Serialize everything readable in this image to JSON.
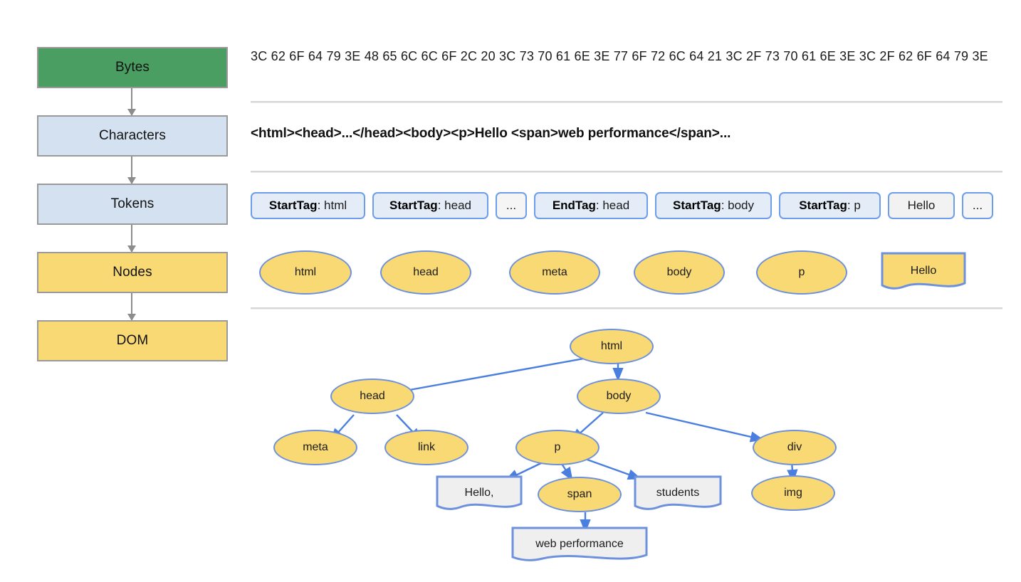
{
  "pipeline": {
    "stages": [
      {
        "label": "Bytes",
        "color": "#4a9e62"
      },
      {
        "label": "Characters",
        "color": "#d3e1f0"
      },
      {
        "label": "Tokens",
        "color": "#d3e1f0"
      },
      {
        "label": "Nodes",
        "color": "#f8d974"
      },
      {
        "label": "DOM",
        "color": "#f8d974"
      }
    ]
  },
  "bytes": {
    "text": "3C 62 6F 64 79 3E 48 65 6C 6C 6F 2C 20 3C 73 70 61 6E 3E 77 6F 72 6C 64 21 3C 2F 73 70 61 6E 3E 3C 2F 62 6F 64 79 3E"
  },
  "characters": {
    "text": "<html><head>...</head><body><p>Hello <span>web performance</span>..."
  },
  "tokens": {
    "items": [
      {
        "kind": "StartTag",
        "value": "html",
        "style": "tagged"
      },
      {
        "kind": "StartTag",
        "value": "head",
        "style": "tagged"
      },
      {
        "kind": "",
        "value": "...",
        "style": "ellipsis"
      },
      {
        "kind": "EndTag",
        "value": "head",
        "style": "tagged"
      },
      {
        "kind": "StartTag",
        "value": "body",
        "style": "tagged"
      },
      {
        "kind": "StartTag",
        "value": "p",
        "style": "tagged"
      },
      {
        "kind": "",
        "value": "Hello",
        "style": "plain"
      },
      {
        "kind": "",
        "value": "...",
        "style": "ellipsis"
      }
    ]
  },
  "nodes": {
    "items": [
      {
        "label": "html",
        "shape": "ellipse"
      },
      {
        "label": "head",
        "shape": "ellipse"
      },
      {
        "label": "meta",
        "shape": "ellipse"
      },
      {
        "label": "body",
        "shape": "ellipse"
      },
      {
        "label": "p",
        "shape": "ellipse"
      },
      {
        "label": "Hello",
        "shape": "document"
      }
    ]
  },
  "dom": {
    "nodes": [
      {
        "label": "html",
        "shape": "ellipse"
      },
      {
        "label": "head",
        "shape": "ellipse"
      },
      {
        "label": "body",
        "shape": "ellipse"
      },
      {
        "label": "meta",
        "shape": "ellipse"
      },
      {
        "label": "link",
        "shape": "ellipse"
      },
      {
        "label": "p",
        "shape": "ellipse"
      },
      {
        "label": "div",
        "shape": "ellipse"
      },
      {
        "label": "Hello,",
        "shape": "document"
      },
      {
        "label": "span",
        "shape": "ellipse"
      },
      {
        "label": "students",
        "shape": "document"
      },
      {
        "label": "img",
        "shape": "ellipse"
      },
      {
        "label": "web performance",
        "shape": "document"
      }
    ]
  },
  "colors": {
    "green": "#4a9e62",
    "light_blue": "#d3e1f0",
    "gold": "#f8d974",
    "node_border": "#6d91dd",
    "token_border": "#6d9eeb",
    "token_fill": "#e3ecf7",
    "leaf_fill": "#efefef",
    "divider": "#d6d6d6",
    "arrow_gray": "#8d8d8d"
  }
}
